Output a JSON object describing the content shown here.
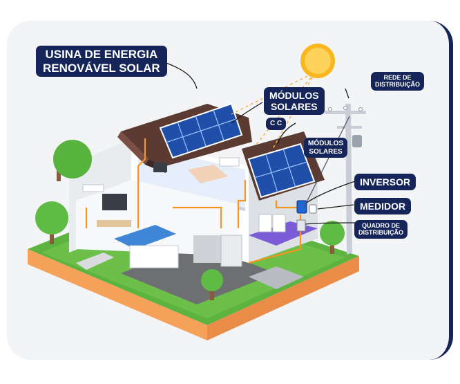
{
  "labels": {
    "main_title_line1": "USINA DE ENERGIA",
    "main_title_line2": "RENOVÁVEL SOLAR",
    "modulos_solares_1_line1": "MÓDULOS",
    "modulos_solares_1_line2": "SOLARES",
    "cc": "C C",
    "modulos_solares_2_line1": "MÓDULOS",
    "modulos_solares_2_line2": "SOLARES",
    "rede_line1": "REDE DE",
    "rede_line2": "DISTRIBUIÇÃO",
    "inversor": "INVERSOR",
    "medidor": "MEDIDOR",
    "quadro_line1": "QUADRO DE",
    "quadro_line2": "DISTRIBUIÇÃO"
  },
  "colors": {
    "label_bg": "#15255a",
    "label_text": "#ffffff",
    "card_bg": "#f3f4f6",
    "grass": "#6cc04a",
    "soil": "#f6a15a",
    "panel": "#1f4fa8",
    "roof": "#5b3a32",
    "sun": "#f9b61d",
    "wire": "#f7931e"
  },
  "icons": [
    "sun-icon",
    "solar-panel-icon",
    "house-icon",
    "tree-icon",
    "utility-pole-icon",
    "inverter-icon",
    "meter-icon",
    "breaker-panel-icon"
  ]
}
